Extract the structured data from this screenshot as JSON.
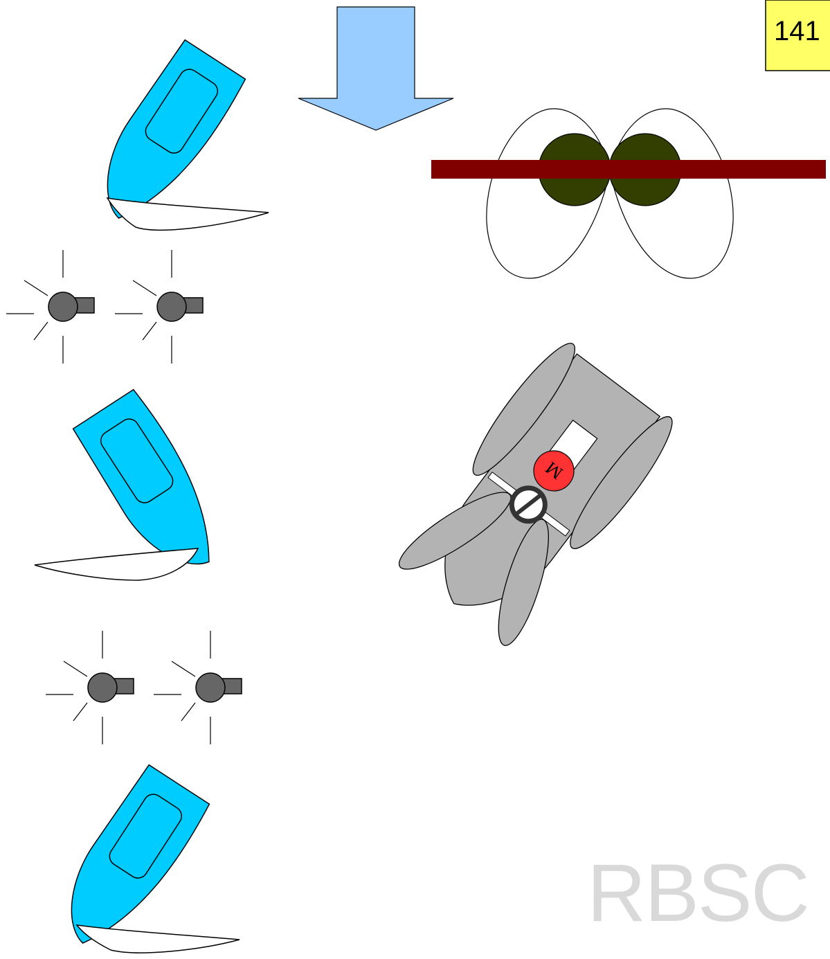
{
  "figure": {
    "number_label": "141",
    "watermark": "RBSC",
    "mark_letter": "M"
  },
  "colors": {
    "boat": "#00ccff",
    "wind_arrow": "#99ccff",
    "label_box": "#ffff66",
    "finish_line": "#800000",
    "buoy": "#333f00",
    "committee_boat": "#b3b3b3",
    "mark_ball": "#ff3333",
    "whistle": "#666666"
  },
  "icons": [
    "wind-arrow-icon",
    "sailboat-icon",
    "whistle-icon",
    "committee-boat-icon",
    "finish-line-icon",
    "buoy-icon"
  ]
}
